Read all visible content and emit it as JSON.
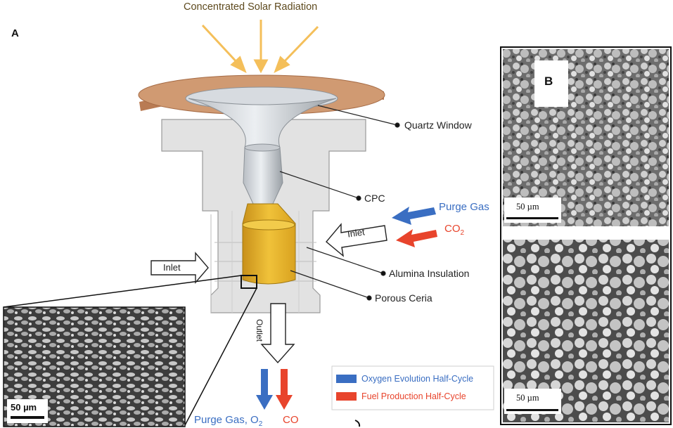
{
  "panels": {
    "a": "A",
    "b": "B"
  },
  "reactor": {
    "radiation_label": "Concentrated Solar Radiation",
    "quartz_window": "Quartz Window",
    "cpc": "CPC",
    "alumina_insulation": "Alumina Insulation",
    "porous_ceria": "Porous Ceria",
    "inlet_left": "Inlet",
    "inlet_right": "Inlet",
    "outlet": "Outlet"
  },
  "gases": {
    "purge_gas": "Purge Gas",
    "co2_base": "CO",
    "co2_sub": "2",
    "purge_gas_o2_base": "Purge Gas, O",
    "purge_gas_o2_sub": "2",
    "co": "CO"
  },
  "legend": {
    "oxygen_evolution": "Oxygen Evolution Half-Cycle",
    "fuel_production": "Fuel Production Half-Cycle"
  },
  "scale_bars": {
    "inset": "50 µm",
    "b_top": "50 µm",
    "b_bottom": "50 µm"
  },
  "colors": {
    "radiation_arrow": "#f4bf5a",
    "blue_arrow": "#3a6ec2",
    "red_arrow": "#e8442c",
    "ceria": "#e2ac1e",
    "copper": "#c98a5e",
    "legend_blue_text": "#3a6ec2",
    "legend_red_text": "#e8442c"
  }
}
